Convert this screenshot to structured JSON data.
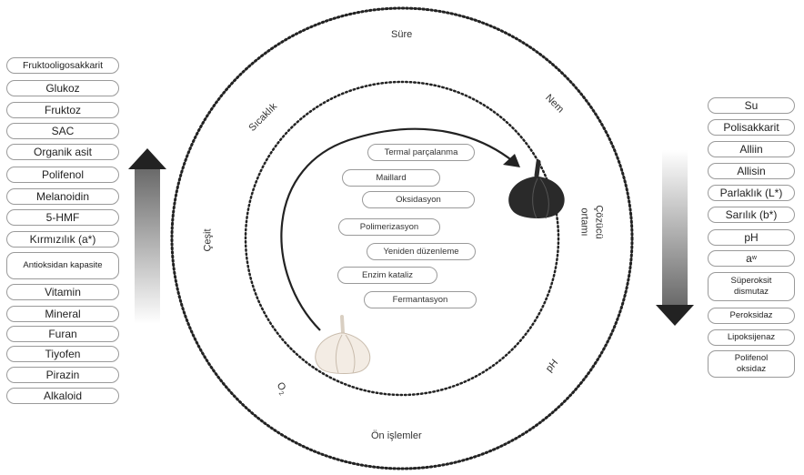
{
  "left_list": [
    "Fruktooligosakkarit",
    "Glukoz",
    "Fruktoz",
    "SAC",
    "Organik asit",
    "Polifenol",
    "Melanoidin",
    "5-HMF",
    "Kırmızılık (a*)",
    "Antioksidan kapasite",
    "Vitamin",
    "Mineral",
    "Furan",
    "Tiyofen",
    "Pirazin",
    "Alkaloid"
  ],
  "right_list": [
    "Su",
    "Polisakkarit",
    "Alliin",
    "Allisin",
    "Parlaklık (L*)",
    "Sarılık (b*)",
    "pH",
    "a",
    "Süperoksit dismutaz",
    "Peroksidaz",
    "Lipoksijenaz",
    "Polifenol oksidaz"
  ],
  "right_aw_subscript": "w",
  "outer_ring_labels": {
    "top": "Süre",
    "bottom": "Ön işlemler"
  },
  "inner_ring_labels": {
    "sicaklik": "Sıcaklık",
    "nem": "Nem",
    "cesit": "Çeşit",
    "cozucu_1": "Çözücü",
    "cozucu_2": "ortamı",
    "ph": "pH",
    "o2": "O",
    "o2_sub": "2"
  },
  "processes": [
    "Termal parçalanma",
    "Maillard",
    "Oksidasyon",
    "Polimerizasyon",
    "Yeniden düzenleme",
    "Enzim kataliz",
    "Fermantasyon"
  ],
  "colors": {
    "arrow_dark": "#222222",
    "pill_border": "#9a9a9a",
    "black_garlic": "#2a2a2a",
    "white_garlic": "#f3ece4"
  }
}
